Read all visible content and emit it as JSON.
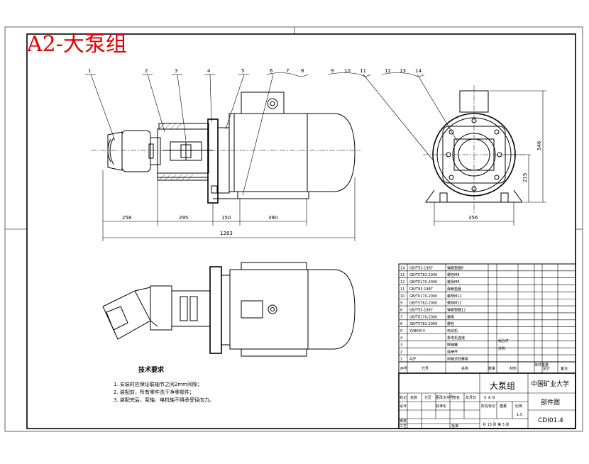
{
  "title": "A2-大泵组",
  "balloons": [
    "1",
    "2",
    "3",
    "4",
    "5",
    "6",
    "7",
    "8",
    "9",
    "10",
    "11",
    "12",
    "13",
    "14"
  ],
  "dimensions": {
    "d258": "258",
    "d295": "295",
    "d150": "150",
    "d390": "390",
    "d1283": "1283",
    "d356": "356",
    "d546": "546",
    "d215": "215"
  },
  "notes": {
    "heading": "技术要求",
    "items": [
      "1. 安装时应保证联轴节之间2mm间隙；",
      "2. 装配前，所有零件洗干净零部件；",
      "3. 装配完后，泵轴、电机轴不得承受径向力。"
    ]
  },
  "parts_table": {
    "rows": [
      {
        "no": "14",
        "code": "GB/T93-1987",
        "name": "弹簧垫圈8"
      },
      {
        "no": "13",
        "code": "GB/T5782-2000",
        "name": "螺栓M8"
      },
      {
        "no": "12",
        "code": "GB/T6170-2000",
        "name": "螺母M8"
      },
      {
        "no": "11",
        "code": "GB/T93-1987",
        "name": "弹簧垫圈"
      },
      {
        "no": "10",
        "code": "GB/T6170-2000",
        "name": "螺母M12"
      },
      {
        "no": "9",
        "code": "GB/T5782-2000",
        "name": "螺栓M12"
      },
      {
        "no": "8",
        "code": "GB/T93-1987",
        "name": "弹簧垫圈12"
      },
      {
        "no": "7",
        "code": "GB/T6170-2000",
        "name": "螺母"
      },
      {
        "no": "6",
        "code": "GB/T5782-2000",
        "name": "螺栓"
      },
      {
        "no": "5",
        "code": "Y280M-4",
        "name": "电动机"
      },
      {
        "no": "4",
        "code": "",
        "name": "泵电机连接"
      },
      {
        "no": "3",
        "code": "",
        "name": "联轴器"
      },
      {
        "no": "2",
        "code": "",
        "name": "连接件"
      },
      {
        "no": "1",
        "code": "A2F",
        "name": "斜轴式柱塞泵"
      }
    ],
    "header": {
      "no": "序号",
      "code": "代号",
      "name": "名称",
      "qty": "数量",
      "material": "材料",
      "unit_weight": "单件重量",
      "total": "总计",
      "note": "备注"
    },
    "remarks": [
      "组合件",
      "外购"
    ]
  },
  "title_block": {
    "assembly_name": "大泵组",
    "school": "中国矿业大学",
    "drawing_type": "部件图",
    "drawing_no": "CDI01.4",
    "scale": "1:5",
    "sheet_info": "共 13 张   第 3 张",
    "row_labels": [
      "标记",
      "处数",
      "分区",
      "更改文件号",
      "签名",
      "年月日"
    ],
    "row_labels2": [
      "设计",
      "",
      "标准化"
    ],
    "row_labels3": [
      "审核"
    ],
    "row_labels4": [
      "工艺",
      "",
      "批准"
    ],
    "stage_labels": [
      "阶段标记",
      "重量",
      "比例"
    ],
    "stage_marks": [
      "S",
      "A",
      "B"
    ]
  }
}
